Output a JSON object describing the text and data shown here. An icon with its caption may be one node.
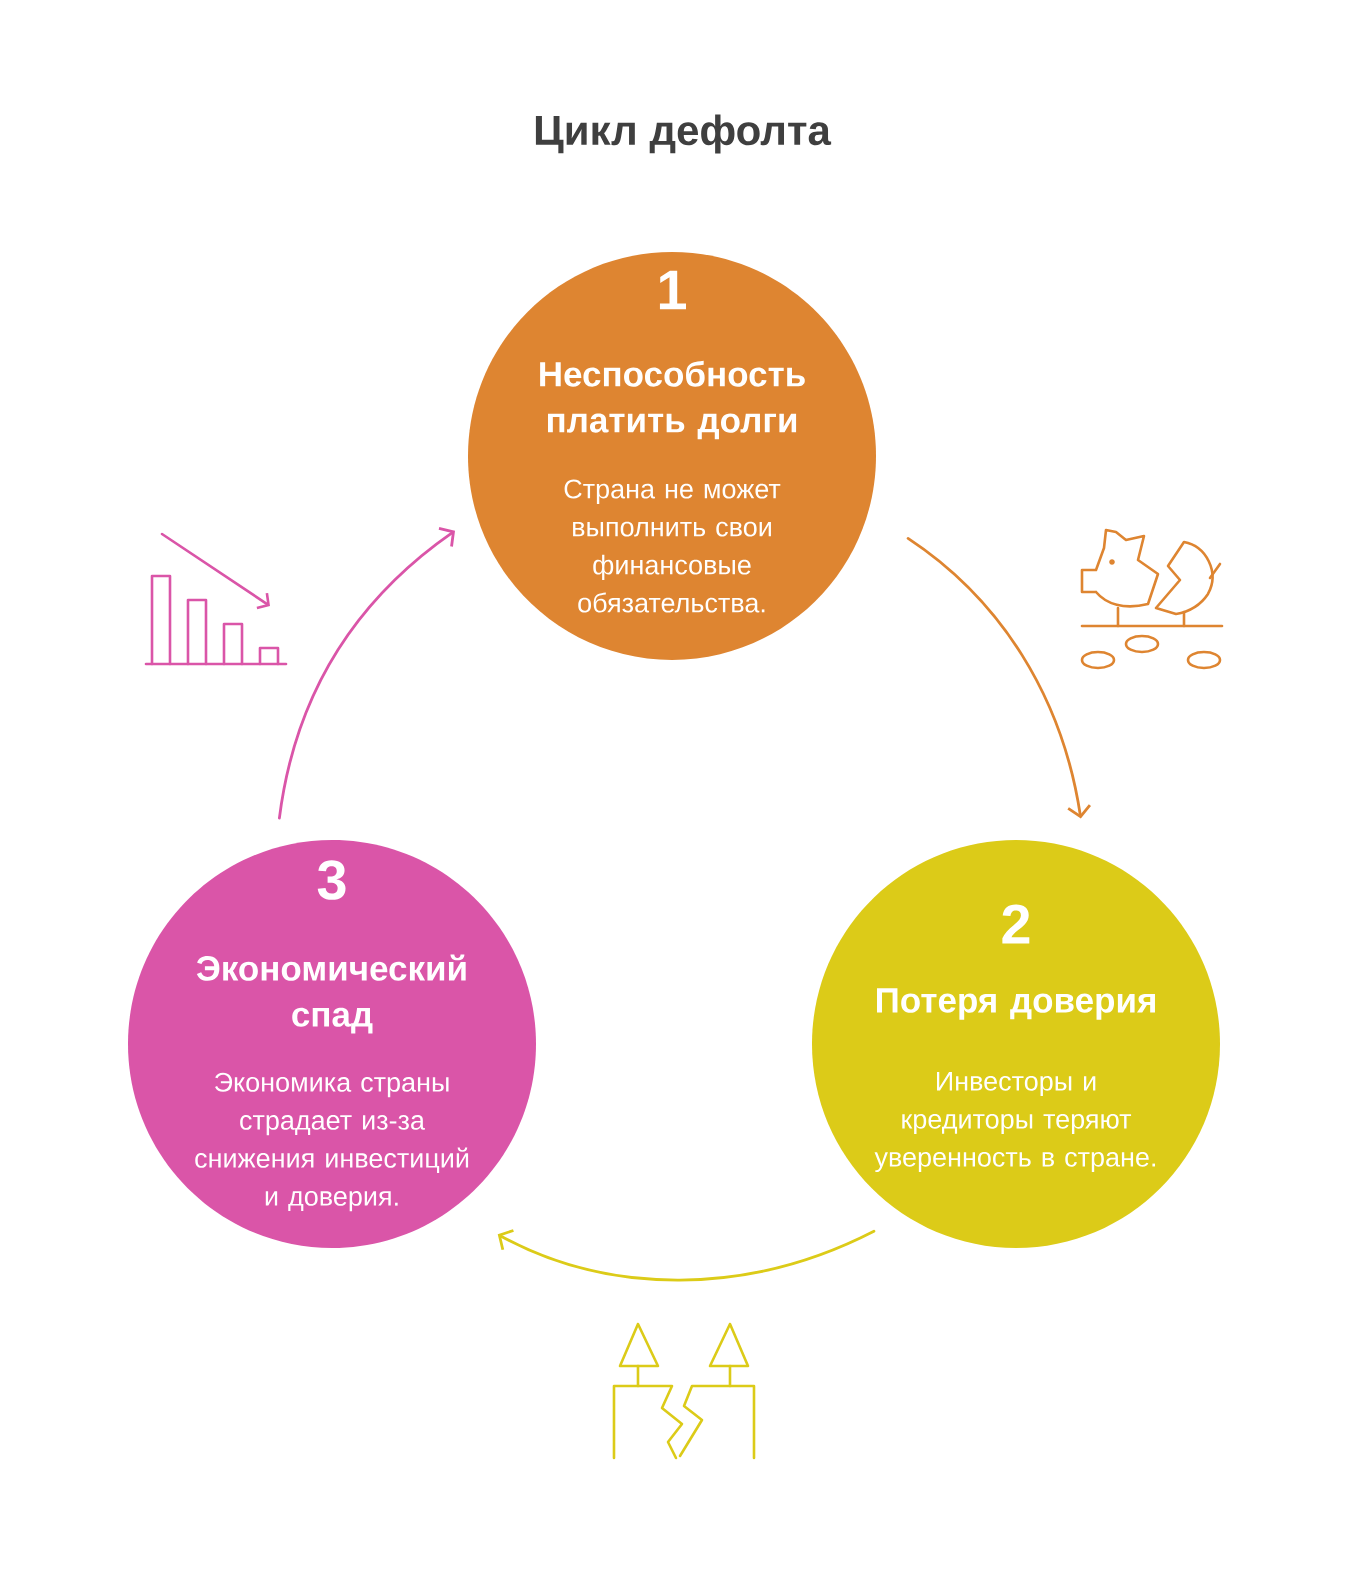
{
  "diagram": {
    "title": "Цикл дефолта",
    "nodes": [
      {
        "text": [
          "1",
          "Неспособность платить долги",
          "Страна не может выполнить свои финансовые обязательства."
        ]
      },
      {
        "text": [
          "2",
          "Потеря доверия",
          "Инвесторы и кредиторы теряют уверенность в стране."
        ]
      },
      {
        "text": [
          "3",
          "Экономический спад",
          "Экономика страны страдает из-за снижения инвестиций и доверия."
        ]
      }
    ],
    "edges": [
      {
        "from": 0,
        "to": 1,
        "arrow": "to",
        "color": "#de8531"
      },
      {
        "from": 1,
        "to": 2,
        "arrow": "to",
        "color": "#dccb18"
      },
      {
        "from": 2,
        "to": 0,
        "arrow": "to",
        "color": "#da55a8"
      }
    ]
  }
}
